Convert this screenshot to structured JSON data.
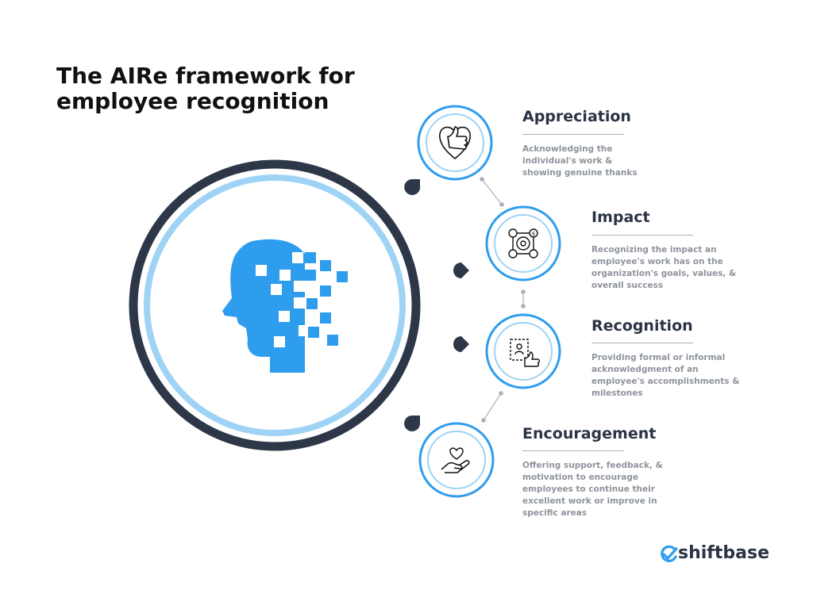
{
  "title": "The AIRe framework for employee recognition",
  "colors": {
    "dark_navy": "#2d3748",
    "light_blue": "#9fd3f5",
    "blue": "#2f9ded",
    "text_dark": "#2b3445",
    "text_gray": "#8e949c"
  },
  "items": [
    {
      "title": "Appreciation",
      "icon": "heart-thumbs-up-icon",
      "description": "Acknowledging the individual's work & showing genuine thanks"
    },
    {
      "title": "Impact",
      "icon": "gears-impact-icon",
      "description": "Recognizing the impact an employee's work has on the organization's goals, values,  & overall success"
    },
    {
      "title": "Recognition",
      "icon": "thumbs-up-certificate-icon",
      "description": "Providing formal or informal acknowledgment of an employee's accomplishments  & milestones"
    },
    {
      "title": "Encouragement",
      "icon": "hand-heart-icon",
      "description": "Offering support, feedback,  & motivation to encourage employees to continue their excellent work or improve in specific areas"
    }
  ],
  "brand": {
    "name": "shiftbase",
    "icon": "check-circle-icon"
  }
}
